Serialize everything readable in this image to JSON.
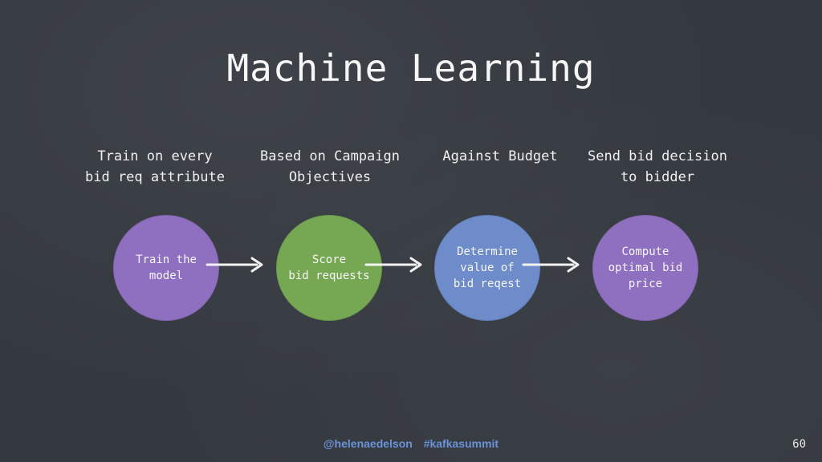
{
  "slide": {
    "title": "Machine Learning",
    "page_number": "60"
  },
  "steps": [
    {
      "caption": "Train on every\nbid req attribute",
      "label": "Train the\nmodel",
      "color": "#8f6fbf"
    },
    {
      "caption": "Based on Campaign\nObjectives",
      "label": "Score\nbid requests",
      "color": "#76a854"
    },
    {
      "caption": "Against Budget",
      "label": "Determine\nvalue of\nbid reqest",
      "color": "#6d8cc9"
    },
    {
      "caption": "Send bid decision\nto bidder",
      "label": "Compute\noptimal bid\nprice",
      "color": "#8f6fbf"
    }
  ],
  "footer": {
    "handle": "@helenaedelson",
    "hashtag": "#kafkasummit",
    "color": "#6a92d6"
  }
}
